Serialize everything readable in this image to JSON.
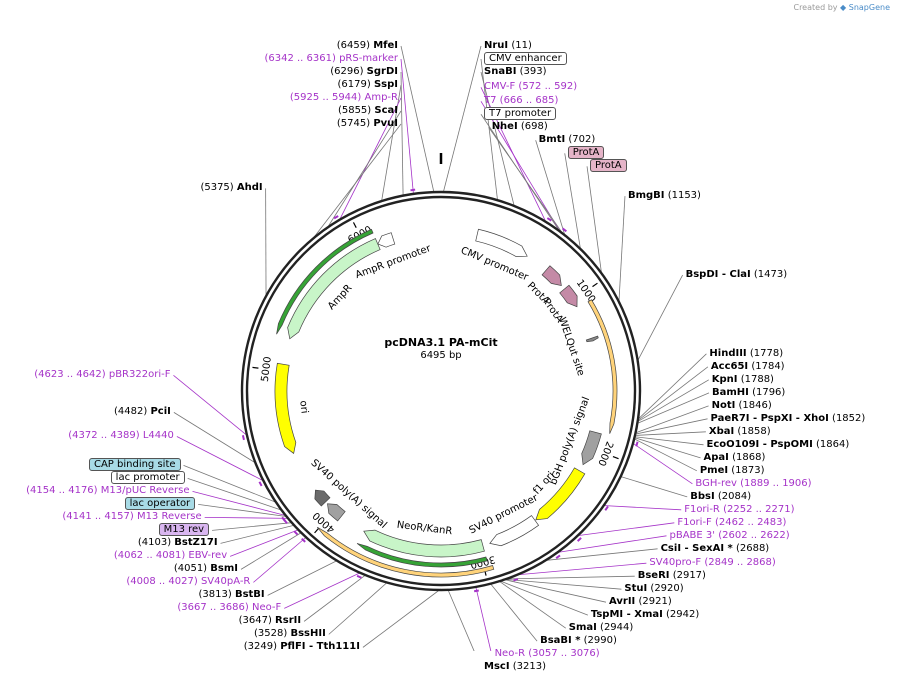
{
  "credit": {
    "prefix": "Created by",
    "brand": "SnapGene"
  },
  "plasmid": {
    "name": "pcDNA3.1 PA-mCit",
    "size_label": "6495 bp",
    "length": 6495
  },
  "ticks": [
    {
      "pos": 1000,
      "label": "1000"
    },
    {
      "pos": 2000,
      "label": "2000"
    },
    {
      "pos": 3000,
      "label": "3000"
    },
    {
      "pos": 4000,
      "label": "4000"
    },
    {
      "pos": 5000,
      "label": "5000"
    },
    {
      "pos": 6000,
      "label": "6000"
    }
  ],
  "features": [
    {
      "name": "CMV promoter",
      "start": 235,
      "end": 588,
      "dir": 1,
      "ring": 0,
      "color": "#ffffff"
    },
    {
      "name": "ProtA",
      "start": 740,
      "end": 880,
      "dir": 1,
      "ring": 0,
      "color": "#c48aa6"
    },
    {
      "name": "ProtA",
      "start": 910,
      "end": 1050,
      "dir": 1,
      "ring": 0,
      "color": "#c48aa6"
    },
    {
      "name": "",
      "start": 1060,
      "end": 1880,
      "dir": 1,
      "ring": 1,
      "color": "#ffd37a"
    },
    {
      "name": "WELQut site",
      "start": 1275,
      "end": 1295,
      "dir": 1,
      "ring": 0,
      "color": "#888888"
    },
    {
      "name": "bGH poly(A) signal",
      "start": 1894,
      "end": 2118,
      "dir": 1,
      "ring": 0,
      "color": "#a0a0a0"
    },
    {
      "name": "f1 ori",
      "start": 2164,
      "end": 2592,
      "dir": 1,
      "ring": 0,
      "color": "#ffff00"
    },
    {
      "name": "SV40 promoter",
      "start": 2598,
      "end": 2927,
      "dir": 1,
      "ring": 0,
      "color": "#ffffff"
    },
    {
      "name": "NeoR/KanR",
      "start": 2974,
      "end": 3768,
      "dir": 1,
      "ring": 0,
      "color": "#c8f5c8"
    },
    {
      "name": "",
      "start": 2974,
      "end": 3768,
      "dir": 1,
      "ring": 1,
      "color": "#36a336"
    },
    {
      "name": "",
      "start": 2950,
      "end": 4010,
      "dir": 1,
      "ring": 2,
      "color": "#ffd37a"
    },
    {
      "name": "SV40 poly(A) signal",
      "start": 3942,
      "end": 4063,
      "dir": 1,
      "ring": 0,
      "color": "#a0a0a0"
    },
    {
      "name": "",
      "start": 4080,
      "end": 4180,
      "dir": 1,
      "ring": 0,
      "color": "#6a6a6a"
    },
    {
      "name": "ori",
      "start": 4457,
      "end": 5045,
      "dir": -1,
      "ring": 0,
      "color": "#ffff00"
    },
    {
      "name": "AmpR",
      "start": 5215,
      "end": 6075,
      "dir": -1,
      "ring": 0,
      "color": "#c8f5c8"
    },
    {
      "name": "",
      "start": 5215,
      "end": 6075,
      "dir": -1,
      "ring": 1,
      "color": "#36a336"
    },
    {
      "name": "AmpR promoter",
      "start": 6076,
      "end": 6180,
      "dir": -1,
      "ring": 0,
      "color": "#ffffff"
    }
  ],
  "labels": [
    {
      "name": "NruI",
      "pos": "(11)",
      "kind": "enzyme",
      "bp": 11
    },
    {
      "name": "CMV enhancer",
      "pos": "",
      "kind": "box",
      "bp": 300
    },
    {
      "name": "SnaBI",
      "pos": "(393)",
      "kind": "enzyme",
      "bp": 393
    },
    {
      "name": "CMV-F",
      "pos": "(572 .. 592)",
      "kind": "primer",
      "bp": 582
    },
    {
      "name": "T7",
      "pos": "(666 .. 685)",
      "kind": "primer",
      "bp": 676
    },
    {
      "name": "T7 promoter",
      "pos": "",
      "kind": "box",
      "bp": 676
    },
    {
      "name": "NheI",
      "pos": "(698)",
      "kind": "enzyme",
      "bp": 698
    },
    {
      "name": "BmtI",
      "pos": "(702)",
      "kind": "enzyme",
      "bp": 702
    },
    {
      "name": "ProtA",
      "pos": "",
      "kind": "box-pink",
      "bp": 810
    },
    {
      "name": "ProtA",
      "pos": "",
      "kind": "box-pink",
      "bp": 980
    },
    {
      "name": "BmgBI",
      "pos": "(1153)",
      "kind": "enzyme",
      "bp": 1153
    },
    {
      "name": "BspDI - ClaI",
      "pos": "(1473)",
      "kind": "enzyme",
      "bp": 1473
    },
    {
      "name": "HindIII",
      "pos": "(1778)",
      "kind": "enzyme",
      "bp": 1778
    },
    {
      "name": "Acc65I",
      "pos": "(1784)",
      "kind": "enzyme",
      "bp": 1784
    },
    {
      "name": "KpnI",
      "pos": "(1788)",
      "kind": "enzyme",
      "bp": 1788
    },
    {
      "name": "BamHI",
      "pos": "(1796)",
      "kind": "enzyme",
      "bp": 1796
    },
    {
      "name": "NotI",
      "pos": "(1846)",
      "kind": "enzyme",
      "bp": 1846
    },
    {
      "name": "PaeR7I - PspXI - XhoI",
      "pos": "(1852)",
      "kind": "enzyme",
      "bp": 1852
    },
    {
      "name": "XbaI",
      "pos": "(1858)",
      "kind": "enzyme",
      "bp": 1858
    },
    {
      "name": "EcoO109I - PspOMI",
      "pos": "(1864)",
      "kind": "enzyme",
      "bp": 1864
    },
    {
      "name": "ApaI",
      "pos": "(1868)",
      "kind": "enzyme",
      "bp": 1868
    },
    {
      "name": "PmeI",
      "pos": "(1873)",
      "kind": "enzyme",
      "bp": 1873
    },
    {
      "name": "BGH-rev",
      "pos": "(1889 .. 1906)",
      "kind": "primer",
      "bp": 1897
    },
    {
      "name": "BbsI",
      "pos": "(2084)",
      "kind": "enzyme",
      "bp": 2084
    },
    {
      "name": "F1ori-R",
      "pos": "(2252 .. 2271)",
      "kind": "primer",
      "bp": 2261
    },
    {
      "name": "F1ori-F",
      "pos": "(2462 .. 2483)",
      "kind": "primer",
      "bp": 2472
    },
    {
      "name": "pBABE 3'",
      "pos": "(2602 .. 2622)",
      "kind": "primer",
      "bp": 2612
    },
    {
      "name": "CsiI - SexAI *",
      "pos": "(2688)",
      "kind": "enzyme",
      "bp": 2688
    },
    {
      "name": "SV40pro-F",
      "pos": "(2849 .. 2868)",
      "kind": "primer",
      "bp": 2858
    },
    {
      "name": "BseRI",
      "pos": "(2917)",
      "kind": "enzyme",
      "bp": 2917
    },
    {
      "name": "StuI",
      "pos": "(2920)",
      "kind": "enzyme",
      "bp": 2920
    },
    {
      "name": "AvrII",
      "pos": "(2921)",
      "kind": "enzyme",
      "bp": 2921
    },
    {
      "name": "TspMI - XmaI",
      "pos": "(2942)",
      "kind": "enzyme",
      "bp": 2942
    },
    {
      "name": "SmaI",
      "pos": "(2944)",
      "kind": "enzyme",
      "bp": 2944
    },
    {
      "name": "BsaBI *",
      "pos": "(2990)",
      "kind": "enzyme",
      "bp": 2990
    },
    {
      "name": "Neo-R",
      "pos": "(3057 .. 3076)",
      "kind": "primer",
      "bp": 3066
    },
    {
      "name": "MscI",
      "pos": "(3213)",
      "kind": "enzyme",
      "bp": 3213
    },
    {
      "name": "PflFI - Tth111I",
      "pos": "(3249)",
      "kind": "enzyme",
      "bp": 3249
    },
    {
      "name": "BssHII",
      "pos": "(3528)",
      "kind": "enzyme",
      "bp": 3528
    },
    {
      "name": "RsrII",
      "pos": "(3647)",
      "kind": "enzyme",
      "bp": 3647
    },
    {
      "name": "Neo-F",
      "pos": "(3667 .. 3686)",
      "kind": "primer",
      "bp": 3676
    },
    {
      "name": "BstBI",
      "pos": "(3813)",
      "kind": "enzyme",
      "bp": 3813
    },
    {
      "name": "SV40pA-R",
      "pos": "(4008 .. 4027)",
      "kind": "primer",
      "bp": 4017
    },
    {
      "name": "BsmI",
      "pos": "(4051)",
      "kind": "enzyme",
      "bp": 4051
    },
    {
      "name": "EBV-rev",
      "pos": "(4062 .. 4081)",
      "kind": "primer",
      "bp": 4071
    },
    {
      "name": "BstZ17I",
      "pos": "(4103)",
      "kind": "enzyme",
      "bp": 4103
    },
    {
      "name": "M13 rev",
      "pos": "",
      "kind": "box-purple",
      "bp": 4120
    },
    {
      "name": "M13 Reverse",
      "pos": "(4141 .. 4157)",
      "kind": "primer",
      "bp": 4149
    },
    {
      "name": "lac operator",
      "pos": "",
      "kind": "box-teal",
      "bp": 4160
    },
    {
      "name": "M13/pUC Reverse",
      "pos": "(4154 .. 4176)",
      "kind": "primer",
      "bp": 4165
    },
    {
      "name": "lac promoter",
      "pos": "",
      "kind": "box",
      "bp": 4200
    },
    {
      "name": "CAP binding site",
      "pos": "",
      "kind": "box-teal",
      "bp": 4250
    },
    {
      "name": "L4440",
      "pos": "(4372 .. 4389)",
      "kind": "primer",
      "bp": 4380
    },
    {
      "name": "PciI",
      "pos": "(4482)",
      "kind": "enzyme",
      "bp": 4482
    },
    {
      "name": "pBR322ori-F",
      "pos": "(4623 .. 4642)",
      "kind": "primer",
      "bp": 4632
    },
    {
      "name": "AhdI",
      "pos": "(5375)",
      "kind": "enzyme",
      "bp": 5375
    },
    {
      "name": "PvuI",
      "pos": "(5745)",
      "kind": "enzyme",
      "bp": 5745
    },
    {
      "name": "ScaI",
      "pos": "(5855)",
      "kind": "enzyme",
      "bp": 5855
    },
    {
      "name": "Amp-R",
      "pos": "(5925 .. 5944)",
      "kind": "primer",
      "bp": 5934
    },
    {
      "name": "SspI",
      "pos": "(6179)",
      "kind": "enzyme",
      "bp": 6179
    },
    {
      "name": "SgrDI",
      "pos": "(6296)",
      "kind": "enzyme",
      "bp": 6296
    },
    {
      "name": "pRS-marker",
      "pos": "(6342 .. 6361)",
      "kind": "primer",
      "bp": 6351
    },
    {
      "name": "MfeI",
      "pos": "(6459)",
      "kind": "enzyme",
      "bp": 6459
    }
  ]
}
